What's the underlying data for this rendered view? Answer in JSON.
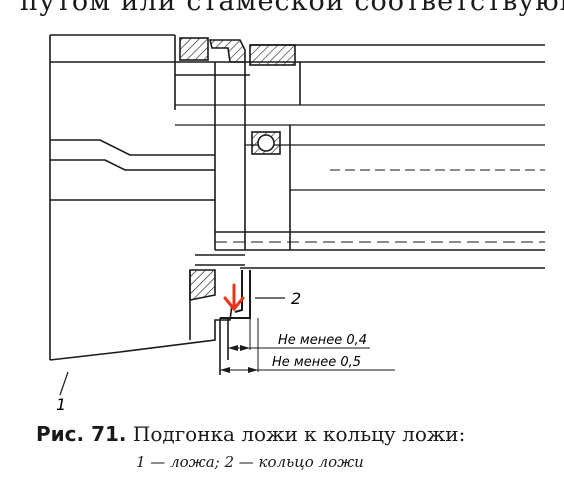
{
  "top_text": "путом или стамеской соответствующ",
  "caption": {
    "fig_label": "Рис. 71.",
    "title": "Подгонка ложи к кольцу ложи:",
    "legend": "1 — ложа; 2 — кольцо ложи"
  },
  "callouts": {
    "part_1": "1",
    "part_2": "2"
  },
  "dimensions": {
    "dim_a": "Не менее 0,4",
    "dim_b": "Не менее 0,5"
  },
  "colors": {
    "ink": "#1a1a1a",
    "arrow": "#e8341c"
  }
}
